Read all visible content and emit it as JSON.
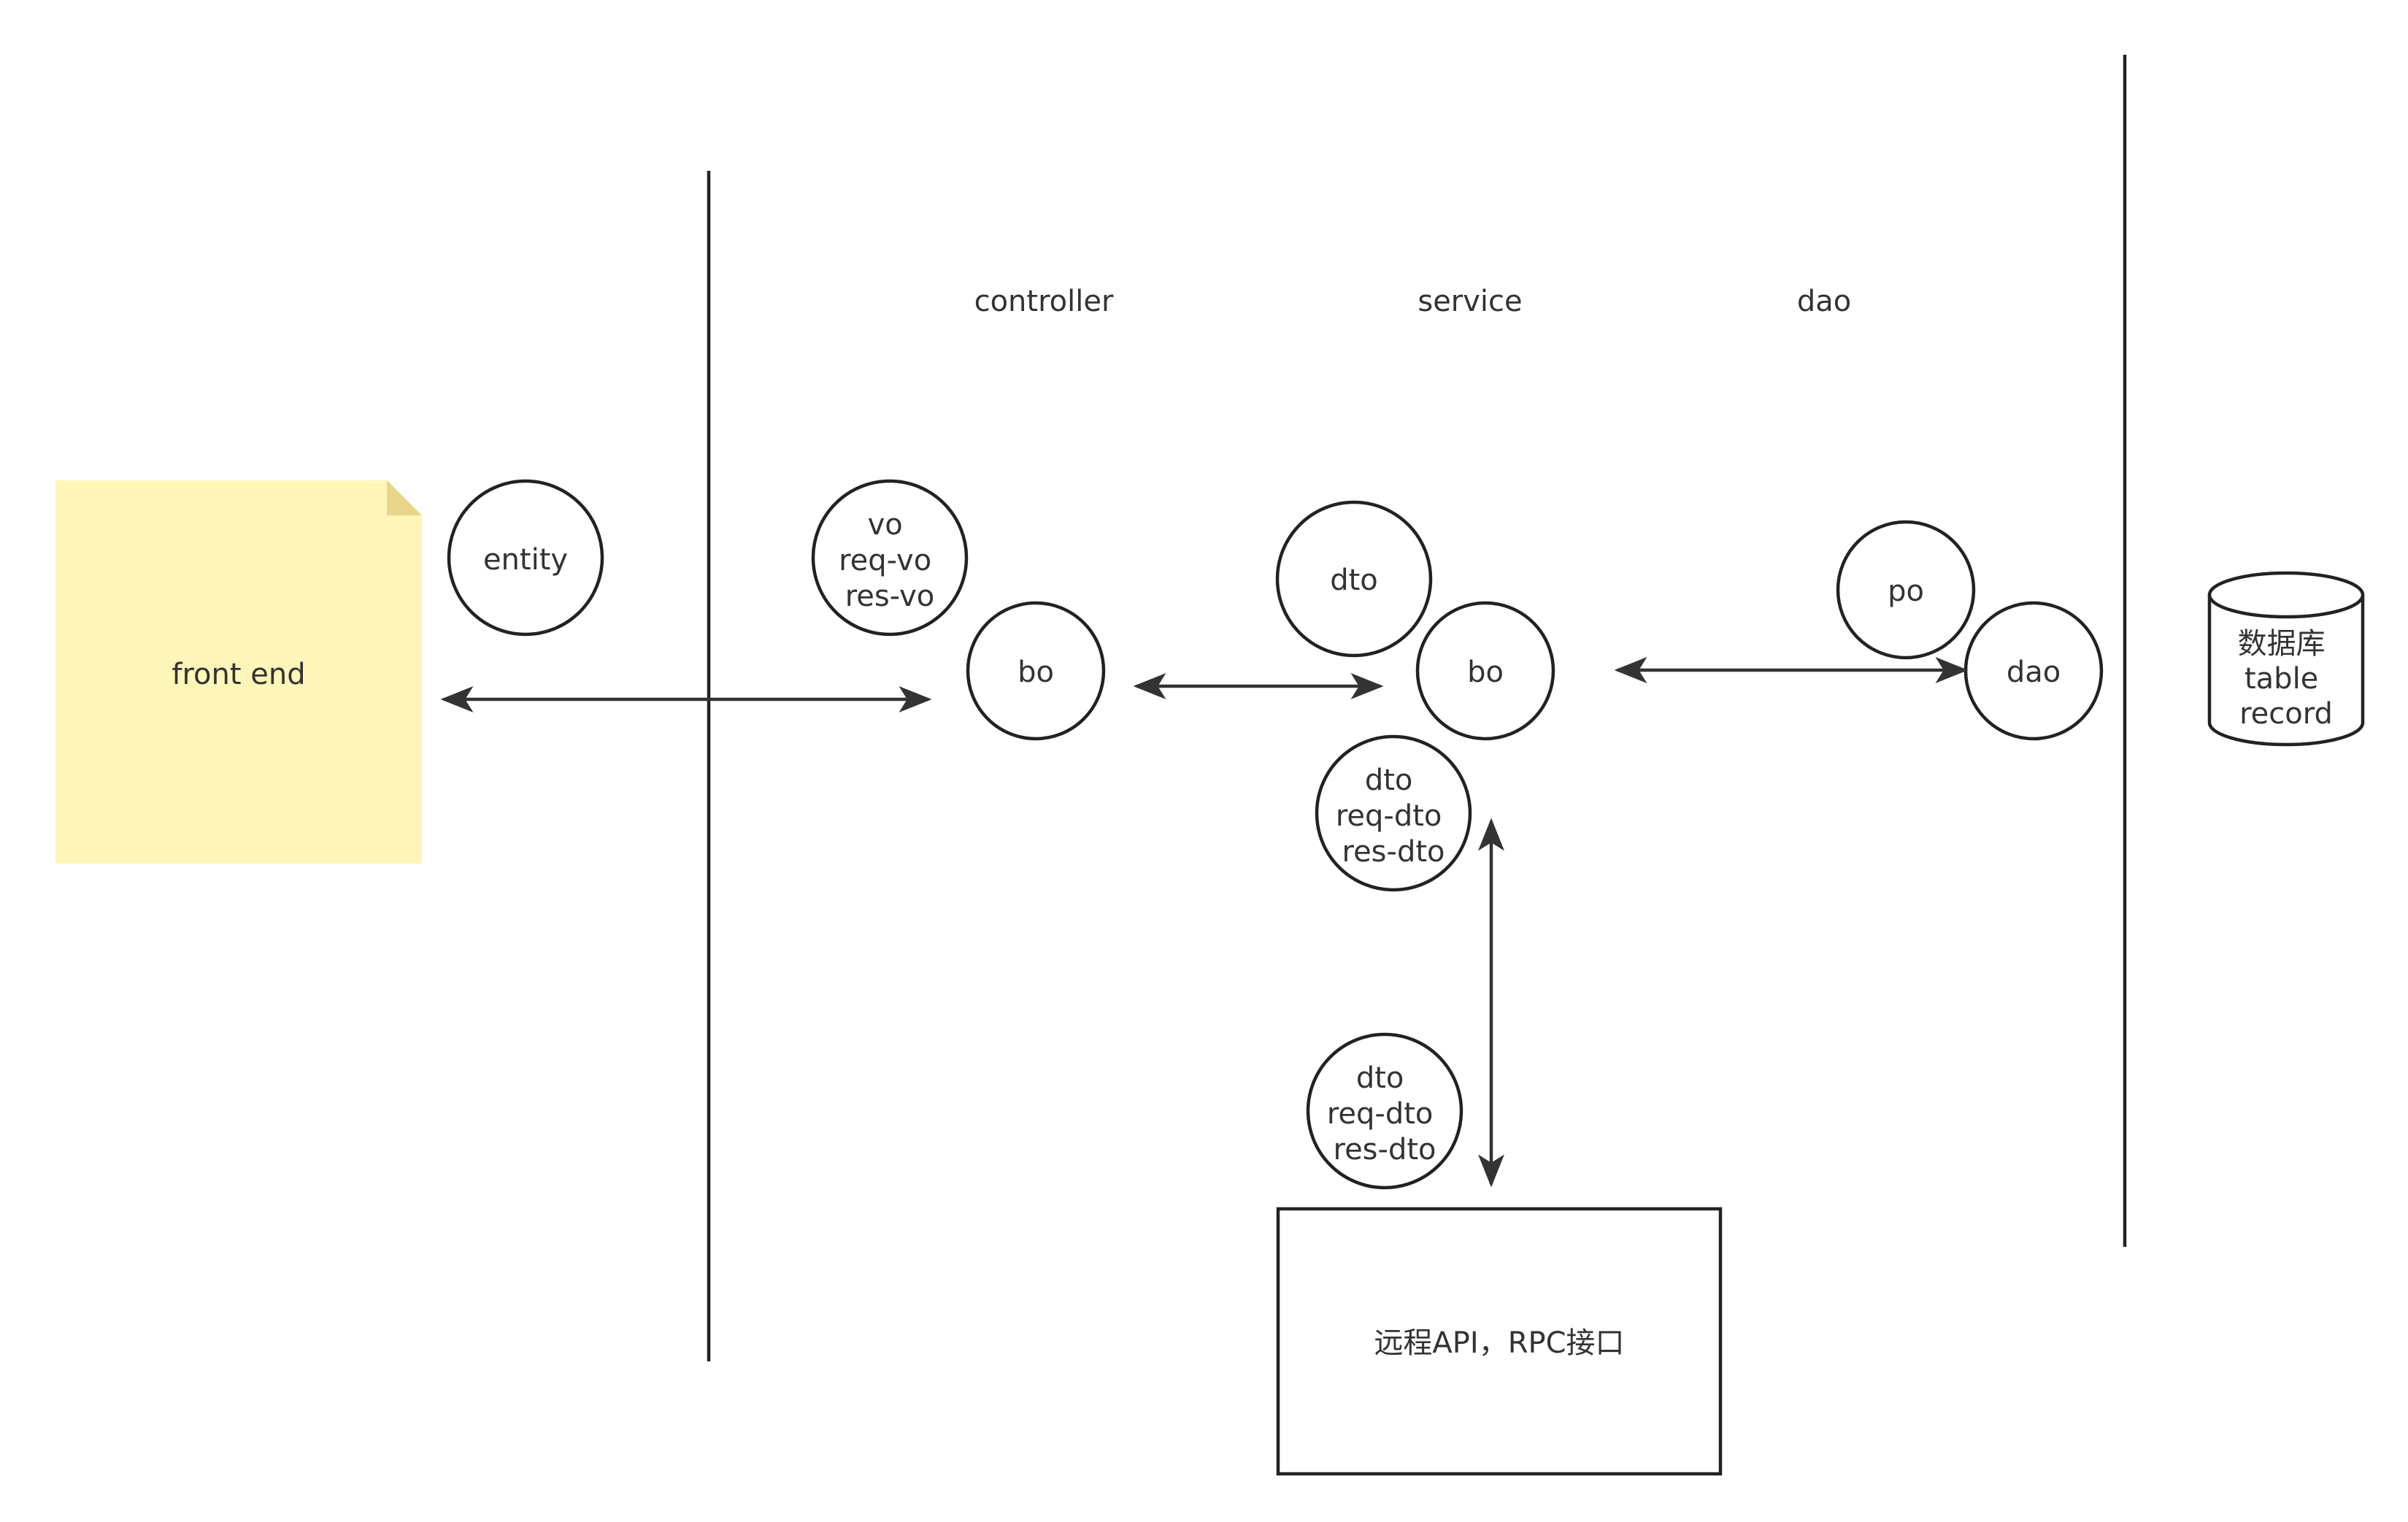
{
  "layers": {
    "controller": "controller",
    "service": "service",
    "dao": "dao"
  },
  "front_end": {
    "label": "front end",
    "color": "#fdf6b8",
    "fold_color": "#e8d58a"
  },
  "nodes": {
    "entity": [
      "entity"
    ],
    "controller_vo": [
      "vo",
      "req-vo",
      "res-vo"
    ],
    "controller_bo": [
      "bo"
    ],
    "service_dto": [
      "dto"
    ],
    "service_bo": [
      "bo"
    ],
    "service_dto_req_res": [
      "dto",
      "req-dto",
      "res-dto"
    ],
    "remote_dto_req_res": [
      "dto",
      "req-dto",
      "res-dto"
    ],
    "dao_po": [
      "po"
    ],
    "dao_dao": [
      "dao"
    ]
  },
  "database": {
    "lines": [
      "数据库",
      "table",
      "record"
    ]
  },
  "remote": {
    "label": "远程API，RPC接口"
  }
}
